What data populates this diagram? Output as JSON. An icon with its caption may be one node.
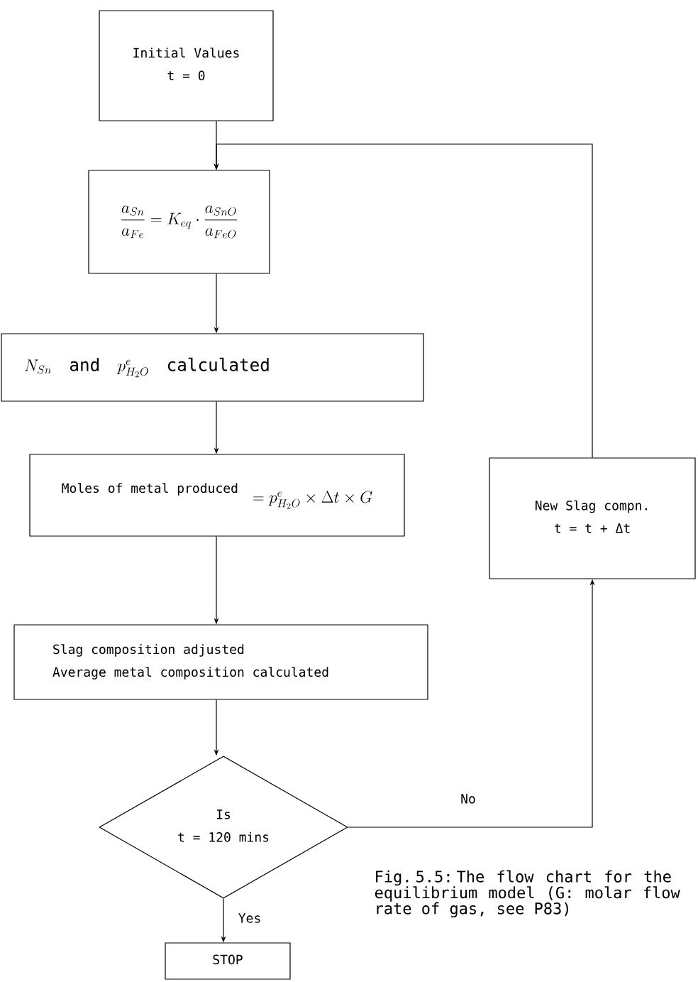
{
  "diagram": {
    "caption": "Fig. 5.5: The flow chart for the equilibrium model (G: molar flow rate of gas, see P83)",
    "nodes": [
      {
        "text": [
          "Initial Values",
          "t = 0"
        ]
      },
      {
        "text": [
          "\\frac{a_{Sn}}{a_{Fe}} = K_{eq} \\cdot \\frac{a_{SnO}}{a_{FeO}}"
        ]
      },
      {
        "text": [
          "N_{Sn}\\quad \\text{and}\\quad p^{e}_{H_{2}O}\\quad \\text{calculated}"
        ]
      },
      {
        "text": [
          "Moles of metal produced",
          "= p^{e}_{H_{2}O} \\times \\Delta t \\times G"
        ]
      },
      {
        "text": [
          "Slag composition adjusted",
          "Average metal composition calculated"
        ]
      },
      {
        "text": [
          "Is",
          "t = 120 mins"
        ]
      },
      {
        "text": [
          "STOP"
        ]
      },
      {
        "text": [
          "New Slag compn.",
          "t = t + Δt"
        ]
      }
    ],
    "edges": [
      {
        "from": 0,
        "to": 1,
        "arrow": "to"
      },
      {
        "from": 1,
        "to": 2,
        "arrow": "to"
      },
      {
        "from": 2,
        "to": 3,
        "arrow": "to"
      },
      {
        "from": 3,
        "to": 4,
        "arrow": "to"
      },
      {
        "from": 4,
        "to": 5,
        "arrow": "to"
      },
      {
        "from": 5,
        "to": 6,
        "arrow": "to",
        "label": "Yes"
      },
      {
        "from": 5,
        "to": 7,
        "arrow": "to",
        "label": "No"
      },
      {
        "from": 7,
        "to": 1,
        "arrow": "to"
      }
    ]
  }
}
